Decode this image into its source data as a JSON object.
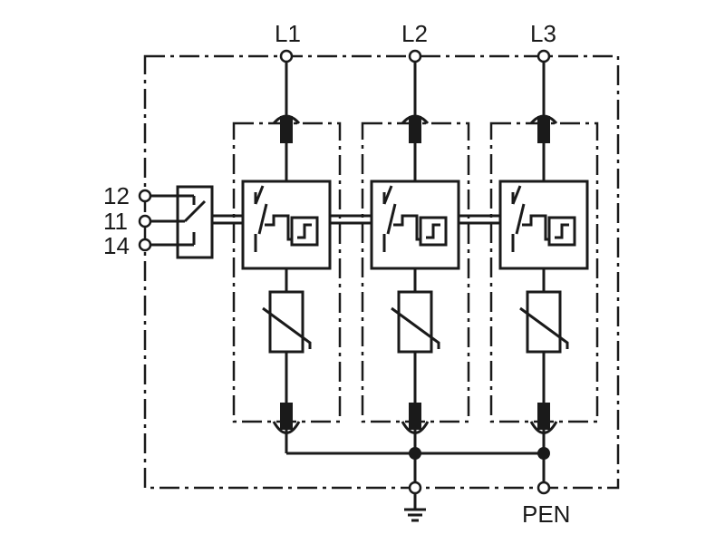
{
  "phase_labels": [
    "L1",
    "L2",
    "L3"
  ],
  "aux_contact_labels": [
    "12",
    "11",
    "14"
  ],
  "pen_label": "PEN",
  "icons": {
    "ground": "ground-icon",
    "varistor": "varistor-icon",
    "fuse": "fuse-icon",
    "thermal_disconnector": "thermal-disconnector-icon",
    "aux_switch": "auxiliary-switch-icon"
  }
}
